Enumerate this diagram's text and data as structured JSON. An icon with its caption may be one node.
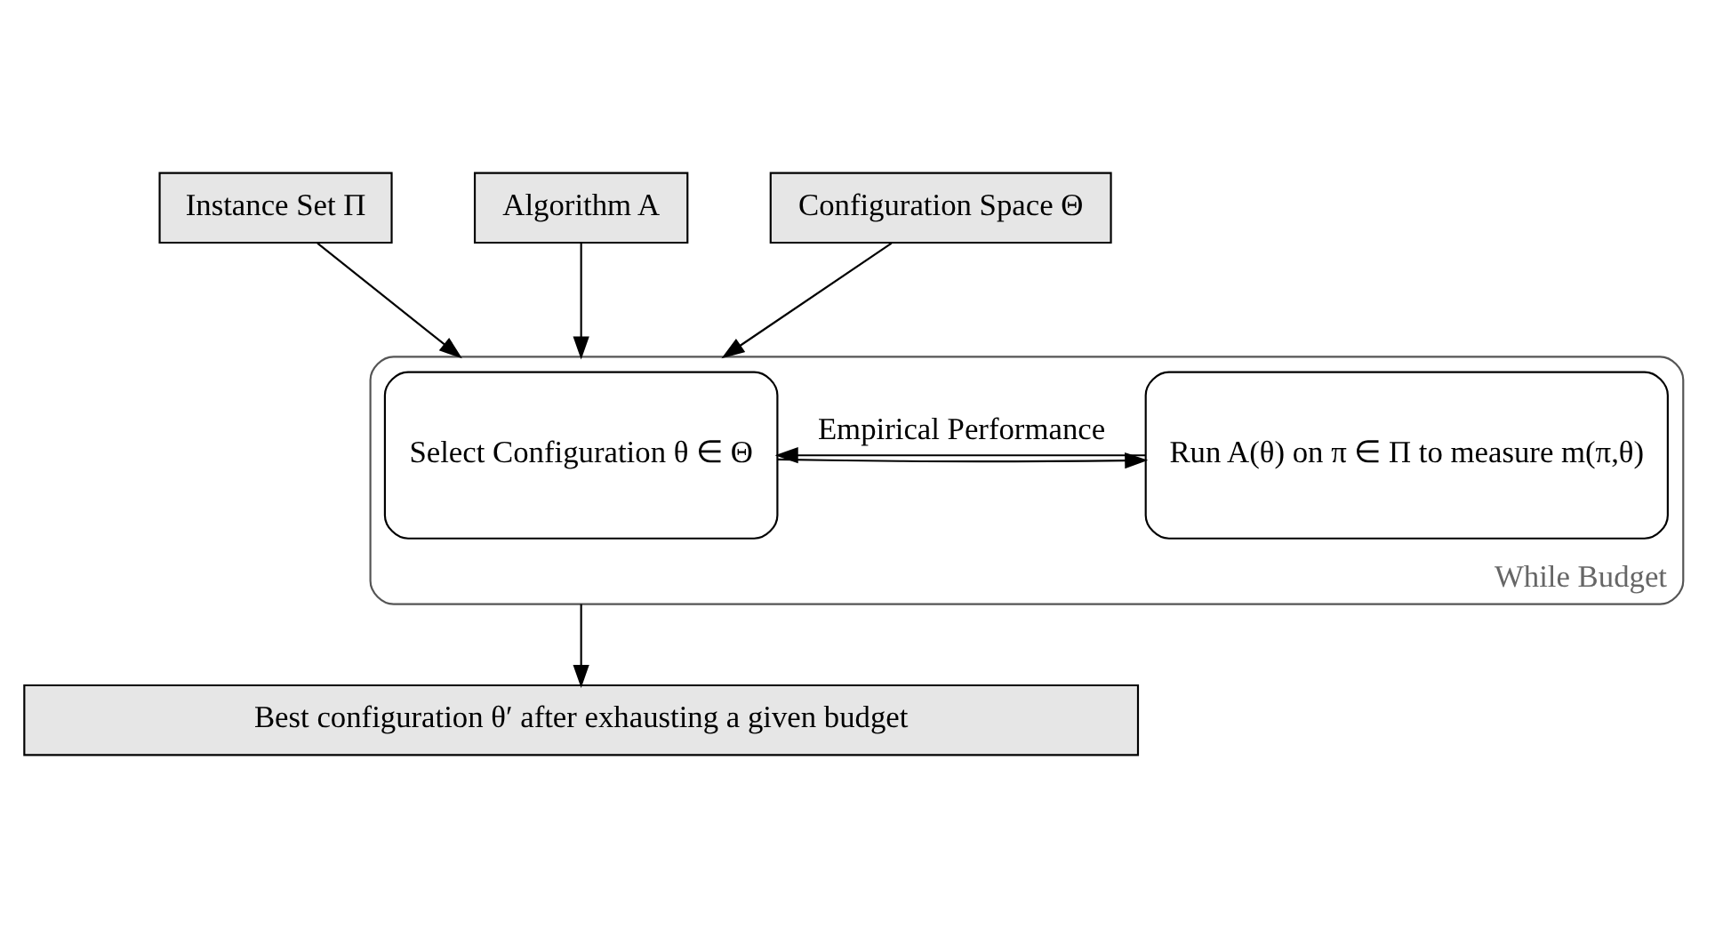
{
  "diagram": {
    "nodes": [
      {
        "text": [
          "Instance Set Π"
        ]
      },
      {
        "text": [
          "Algorithm A"
        ]
      },
      {
        "text": [
          "Configuration Space Θ"
        ]
      },
      {
        "text": [
          "While Budget"
        ]
      },
      {
        "text": [
          "Select Configuration θ ∈ Θ"
        ],
        "in": 3
      },
      {
        "text": [
          "Run A(θ) on π ∈ Π to measure m(π,θ)"
        ],
        "in": 3
      },
      {
        "text": [
          "Best configuration θ′ after exhausting a given budget"
        ]
      }
    ],
    "edges": [
      {
        "from": 0,
        "to": 3,
        "arrow": "to"
      },
      {
        "from": 1,
        "to": 3,
        "arrow": "to"
      },
      {
        "from": 2,
        "to": 3,
        "arrow": "to"
      },
      {
        "from": 4,
        "to": 5,
        "arrow": "to"
      },
      {
        "from": 5,
        "to": 4,
        "arrow": "to",
        "label": "Empirical Performance"
      },
      {
        "from": 3,
        "to": 6,
        "arrow": "to"
      }
    ]
  }
}
